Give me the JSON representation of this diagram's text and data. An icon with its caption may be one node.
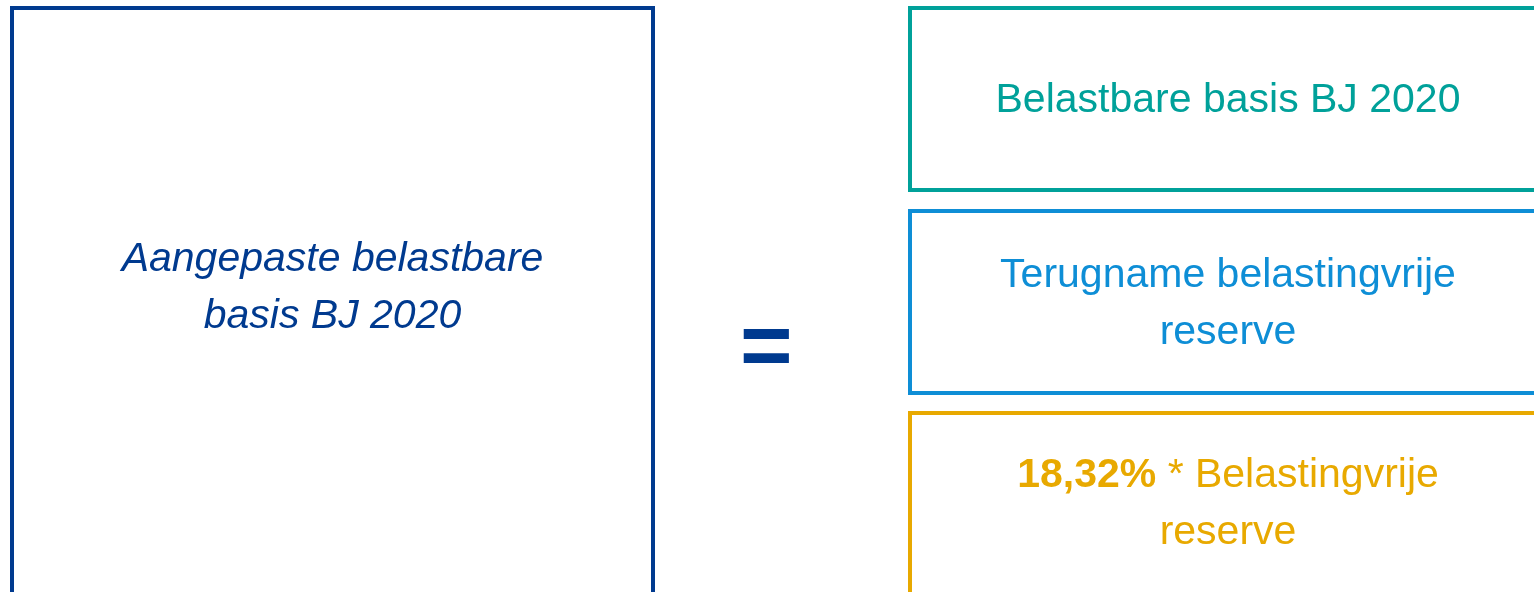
{
  "diagram": {
    "nodes": [
      {
        "text": [
          "Aangepaste belastbare basis BJ 2020"
        ]
      },
      {
        "text": [
          "Belastbare basis BJ 2020"
        ]
      },
      {
        "text": [
          "Terugname belastingvrije reserve"
        ]
      },
      {
        "text": [
          "**18,32%** * Belastingvrije reserve"
        ]
      }
    ],
    "edges": [],
    "labels": [
      "="
    ]
  }
}
